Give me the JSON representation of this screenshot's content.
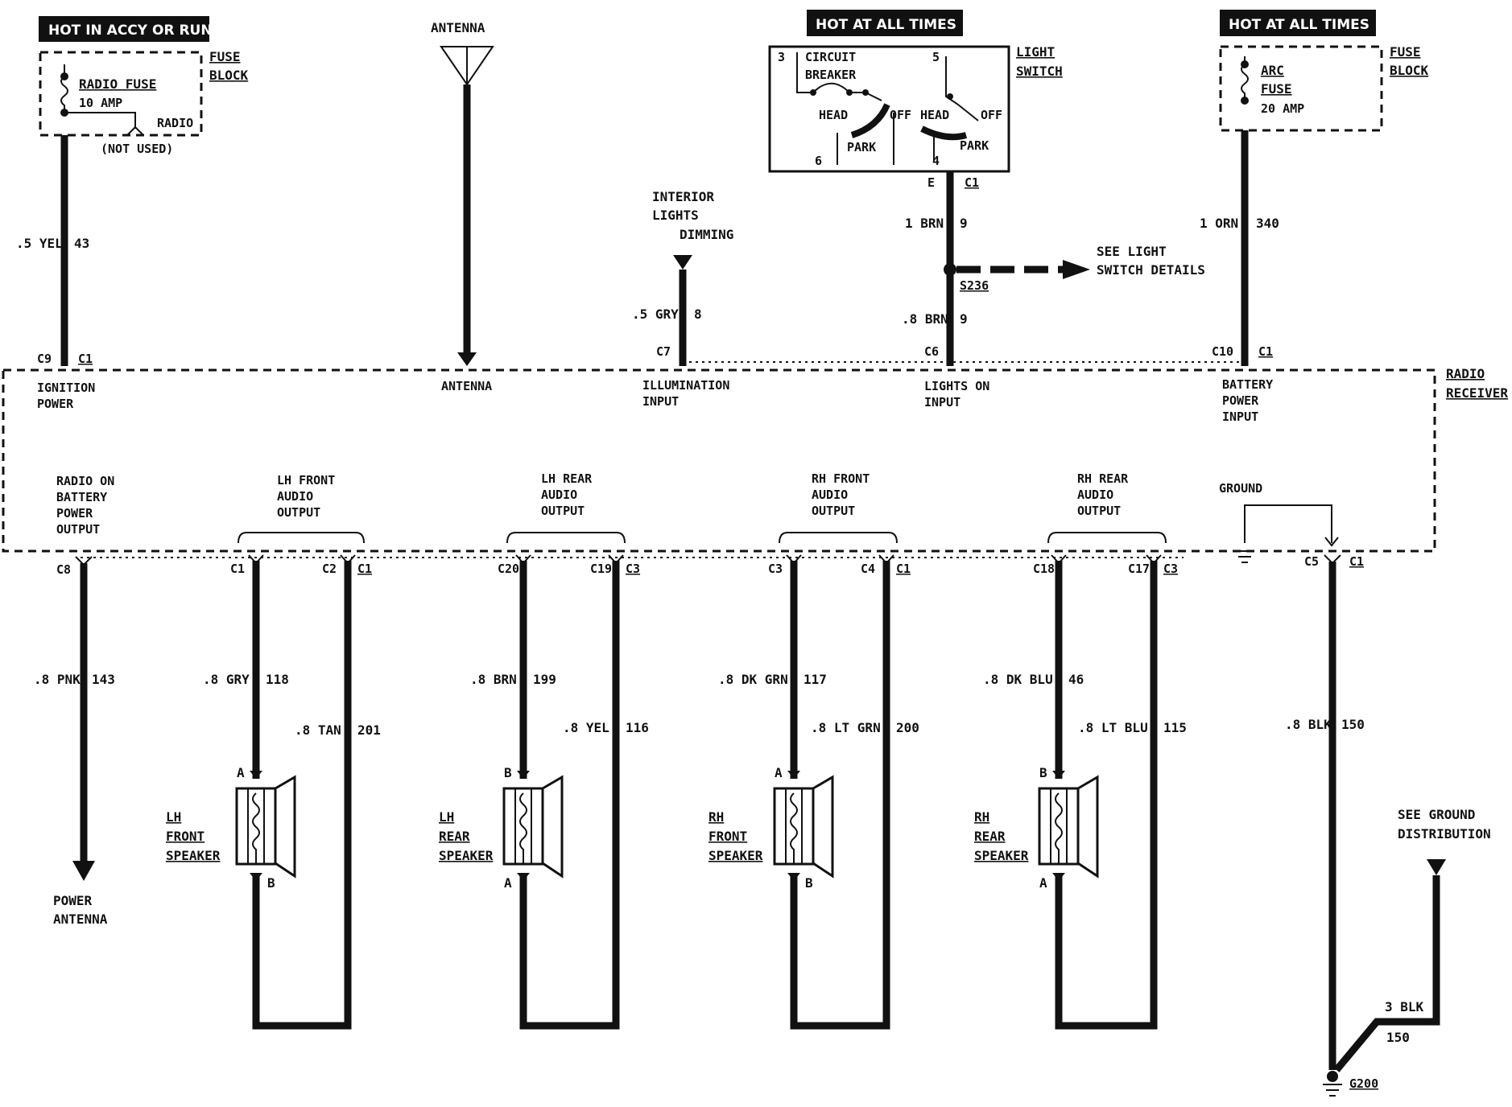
{
  "headers": {
    "ignition": "HOT IN ACCY OR RUN",
    "light_switch": "HOT AT ALL TIMES",
    "battery": "HOT AT ALL TIMES"
  },
  "radio_fuse": {
    "fuse_block_1": "FUSE",
    "fuse_block_2": "BLOCK",
    "name": "RADIO FUSE",
    "rating": "10 AMP",
    "radio_tap": "RADIO",
    "not_used": "(NOT USED)"
  },
  "arc_fuse": {
    "fuse_block_1": "FUSE",
    "fuse_block_2": "BLOCK",
    "name_1": "ARC",
    "name_2": "FUSE",
    "rating": "20 AMP"
  },
  "antenna": {
    "title": "ANTENNA"
  },
  "interior_dimming": {
    "line1": "INTERIOR",
    "line2": "LIGHTS",
    "line3": "DIMMING"
  },
  "light_switch": {
    "title_1": "LIGHT",
    "title_2": "SWITCH",
    "circuit_1": "CIRCUIT",
    "circuit_2": "BREAKER",
    "pin3": "3",
    "pin5": "5",
    "pin6": "6",
    "pin4": "4",
    "head_l": "HEAD",
    "off_l": "OFF",
    "park_l": "PARK",
    "head_r": "HEAD",
    "off_r": "OFF",
    "park_r": "PARK",
    "conn_e": "E",
    "conn_c1": "C1"
  },
  "splice": {
    "id": "S236",
    "see_1": "SEE LIGHT",
    "see_2": "SWITCH DETAILS"
  },
  "wires": {
    "ign_size": ".5 YEL",
    "ign_circ": "43",
    "dim_size": ".5 GRY",
    "dim_circ": "8",
    "ls_up_size": "1 BRN",
    "ls_up_circ": "9",
    "ls_dn_size": ".8 BRN",
    "ls_dn_circ": "9",
    "bat_size": "1 ORN",
    "bat_circ": "340",
    "pnk_size": ".8 PNK",
    "pnk_circ": "143",
    "lhf_a_size": ".8 GRY",
    "lhf_a_circ": "118",
    "lhf_b_size": ".8 TAN",
    "lhf_b_circ": "201",
    "lhr_a_size": ".8 BRN",
    "lhr_a_circ": "199",
    "lhr_b_size": ".8 YEL",
    "lhr_b_circ": "116",
    "rhf_a_size": ".8 DK GRN",
    "rhf_a_circ": "117",
    "rhf_b_size": ".8 LT GRN",
    "rhf_b_circ": "200",
    "rhr_a_size": ".8 DK BLU",
    "rhr_a_circ": "46",
    "rhr_b_size": ".8 LT BLU",
    "rhr_b_circ": "115",
    "gnd_size": ".8 BLK",
    "gnd_circ": "150",
    "gnd2_size": "3 BLK",
    "gnd2_circ": "150"
  },
  "connectors": {
    "c9": "C9",
    "c1a": "C1",
    "c7": "C7",
    "c6": "C6",
    "c10": "C10",
    "c1b": "C1",
    "c8": "C8",
    "c1c": "C1",
    "c2": "C2",
    "c1d": "C1",
    "c20": "C20",
    "c19": "C19",
    "c3a": "C3",
    "c3b": "C3",
    "c4": "C4",
    "c1e": "C1",
    "c18": "C18",
    "c17": "C17",
    "c3c": "C3",
    "c5": "C5",
    "c1f": "C1"
  },
  "receiver": {
    "title_1": "RADIO",
    "title_2": "RECEIVER",
    "ign_1": "IGNITION",
    "ign_2": "POWER",
    "ant": "ANTENNA",
    "illum_1": "ILLUMINATION",
    "illum_2": "INPUT",
    "lights_1": "LIGHTS ON",
    "lights_2": "INPUT",
    "bat_1": "BATTERY",
    "bat_2": "POWER",
    "bat_3": "INPUT",
    "ro_1": "RADIO ON",
    "ro_2": "BATTERY",
    "ro_3": "POWER",
    "ro_4": "OUTPUT",
    "lhf_1": "LH FRONT",
    "lhf_2": "AUDIO",
    "lhf_3": "OUTPUT",
    "lhr_1": "LH REAR",
    "lhr_2": "AUDIO",
    "lhr_3": "OUTPUT",
    "rhf_1": "RH FRONT",
    "rhf_2": "AUDIO",
    "rhf_3": "OUTPUT",
    "rhr_1": "RH REAR",
    "rhr_2": "AUDIO",
    "rhr_3": "OUTPUT",
    "ground": "GROUND"
  },
  "speakers": {
    "lhf": {
      "l1": "LH",
      "l2": "FRONT",
      "l3": "SPEAKER",
      "top": "A",
      "bot": "B"
    },
    "lhr": {
      "l1": "LH",
      "l2": "REAR",
      "l3": "SPEAKER",
      "top": "B",
      "bot": "A"
    },
    "rhf": {
      "l1": "RH",
      "l2": "FRONT",
      "l3": "SPEAKER",
      "top": "A",
      "bot": "B"
    },
    "rhr": {
      "l1": "RH",
      "l2": "REAR",
      "l3": "SPEAKER",
      "top": "B",
      "bot": "A"
    }
  },
  "power_antenna": {
    "l1": "POWER",
    "l2": "ANTENNA"
  },
  "ground_dist": {
    "l1": "SEE GROUND",
    "l2": "DISTRIBUTION",
    "g200": "G200"
  }
}
